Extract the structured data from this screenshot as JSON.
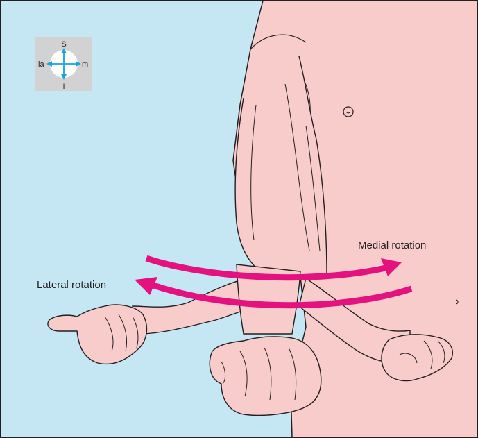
{
  "labels": {
    "medial": "Medial rotation",
    "lateral": "Lateral rotation"
  },
  "compass": {
    "superior": "S",
    "inferior": "I",
    "lateral": "la",
    "medial": "m"
  },
  "colors": {
    "background": "#c5e6f3",
    "skin": "#f7cccb",
    "outline": "#231f20",
    "arrow": "#e3127f",
    "compass_bg": "#d2d2d2",
    "compass_arrow": "#1aa3dd"
  }
}
